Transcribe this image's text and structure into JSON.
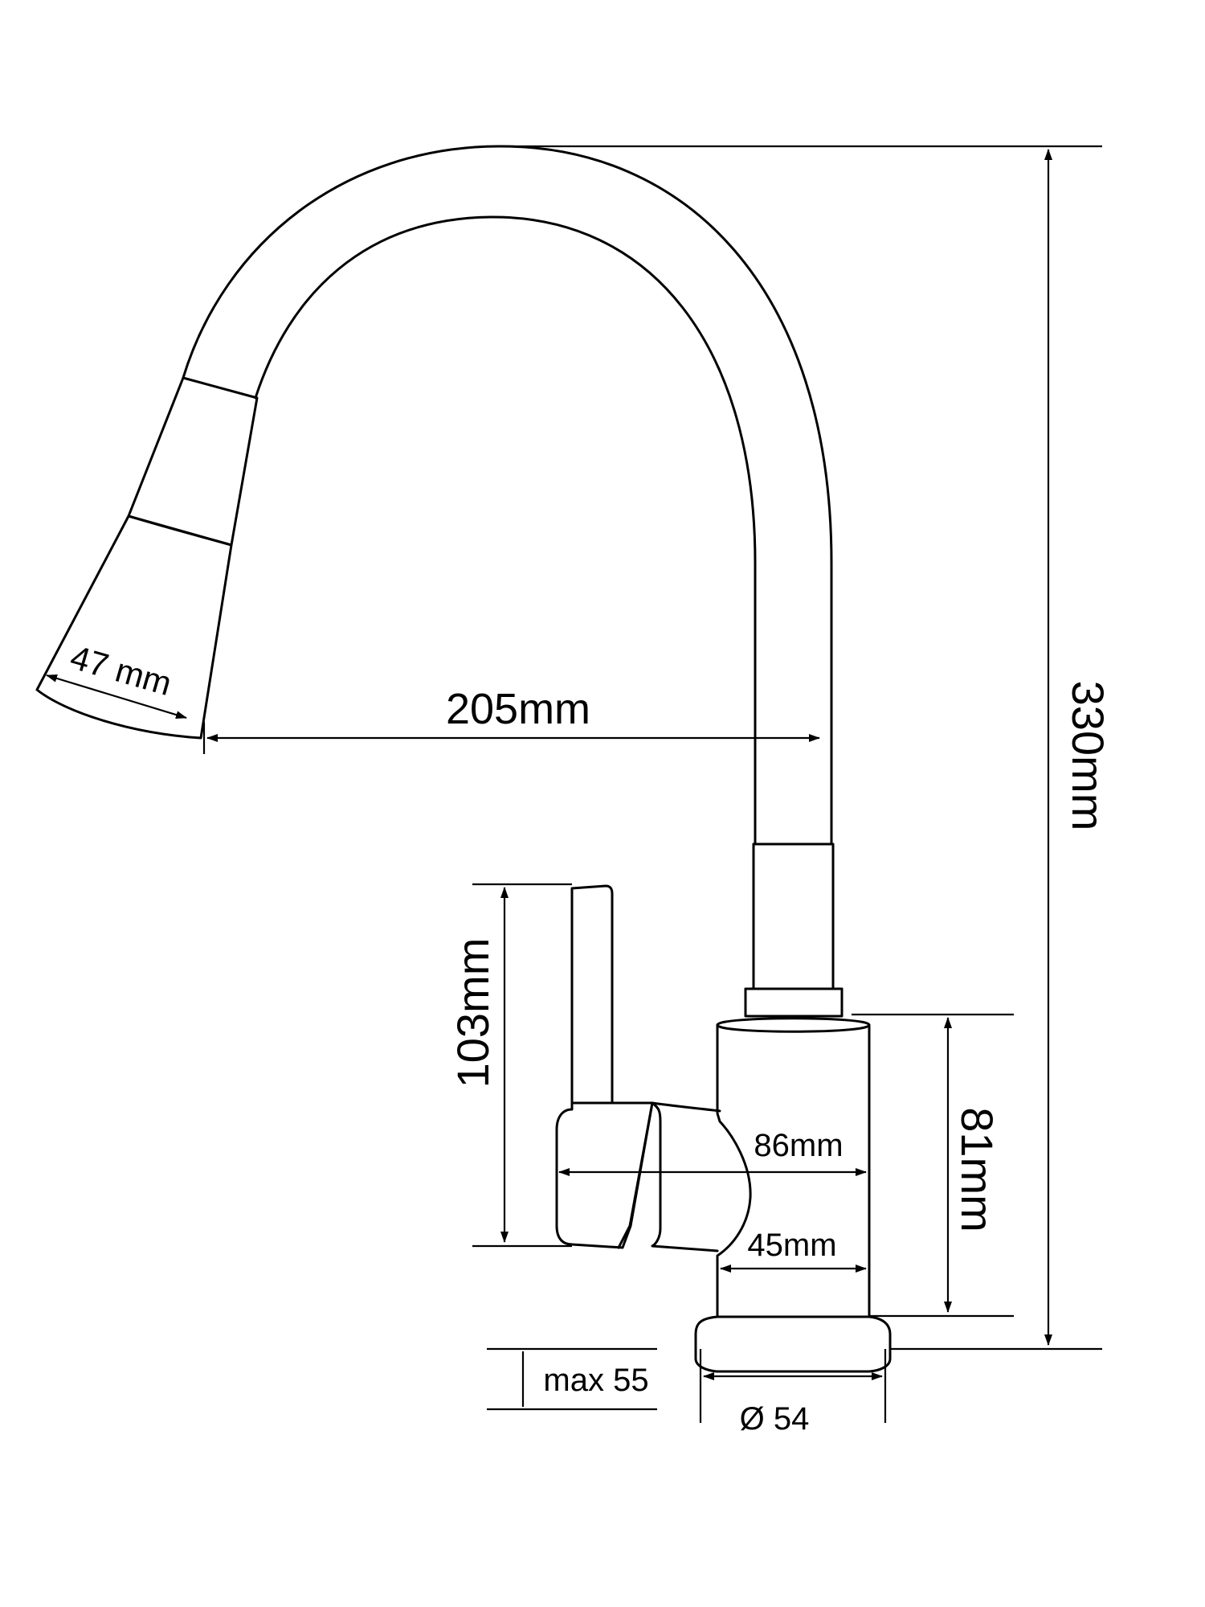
{
  "labels": {
    "nozzle_width": "47 mm",
    "reach": "205mm",
    "total_height": "330mm",
    "lever_height": "103mm",
    "body_height": "81mm",
    "lever_depth": "86mm",
    "body_width": "45mm",
    "max_mount": "max 55",
    "base_diameter": "Ø 54"
  },
  "colors": {
    "line": "#000000",
    "background": "#ffffff"
  }
}
